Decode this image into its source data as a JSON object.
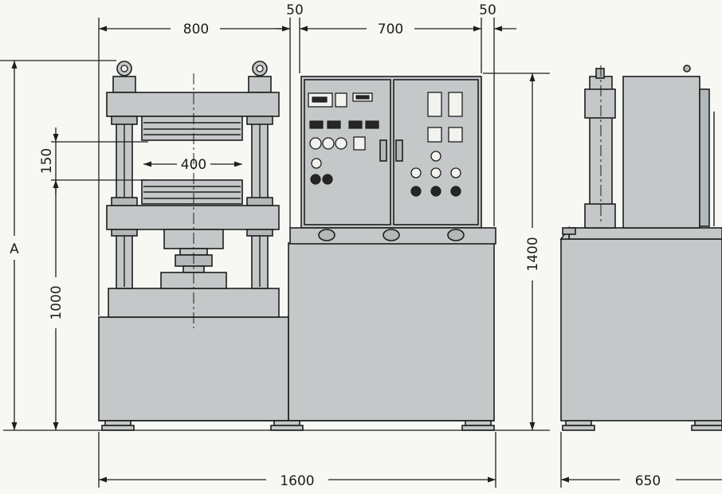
{
  "dimensions": {
    "press_width": "800",
    "gap_left": "50",
    "panel_width": "700",
    "gap_right": "50",
    "daylight": "150",
    "platen_width": "400",
    "overall_height": "A",
    "table_height": "1000",
    "panel_height": "1400",
    "overall_length": "1600",
    "side_depth": "650"
  },
  "colors": {
    "machine_body": "#c4c8c8",
    "line": "#1e1e1e",
    "background": "#f7f7f3"
  }
}
